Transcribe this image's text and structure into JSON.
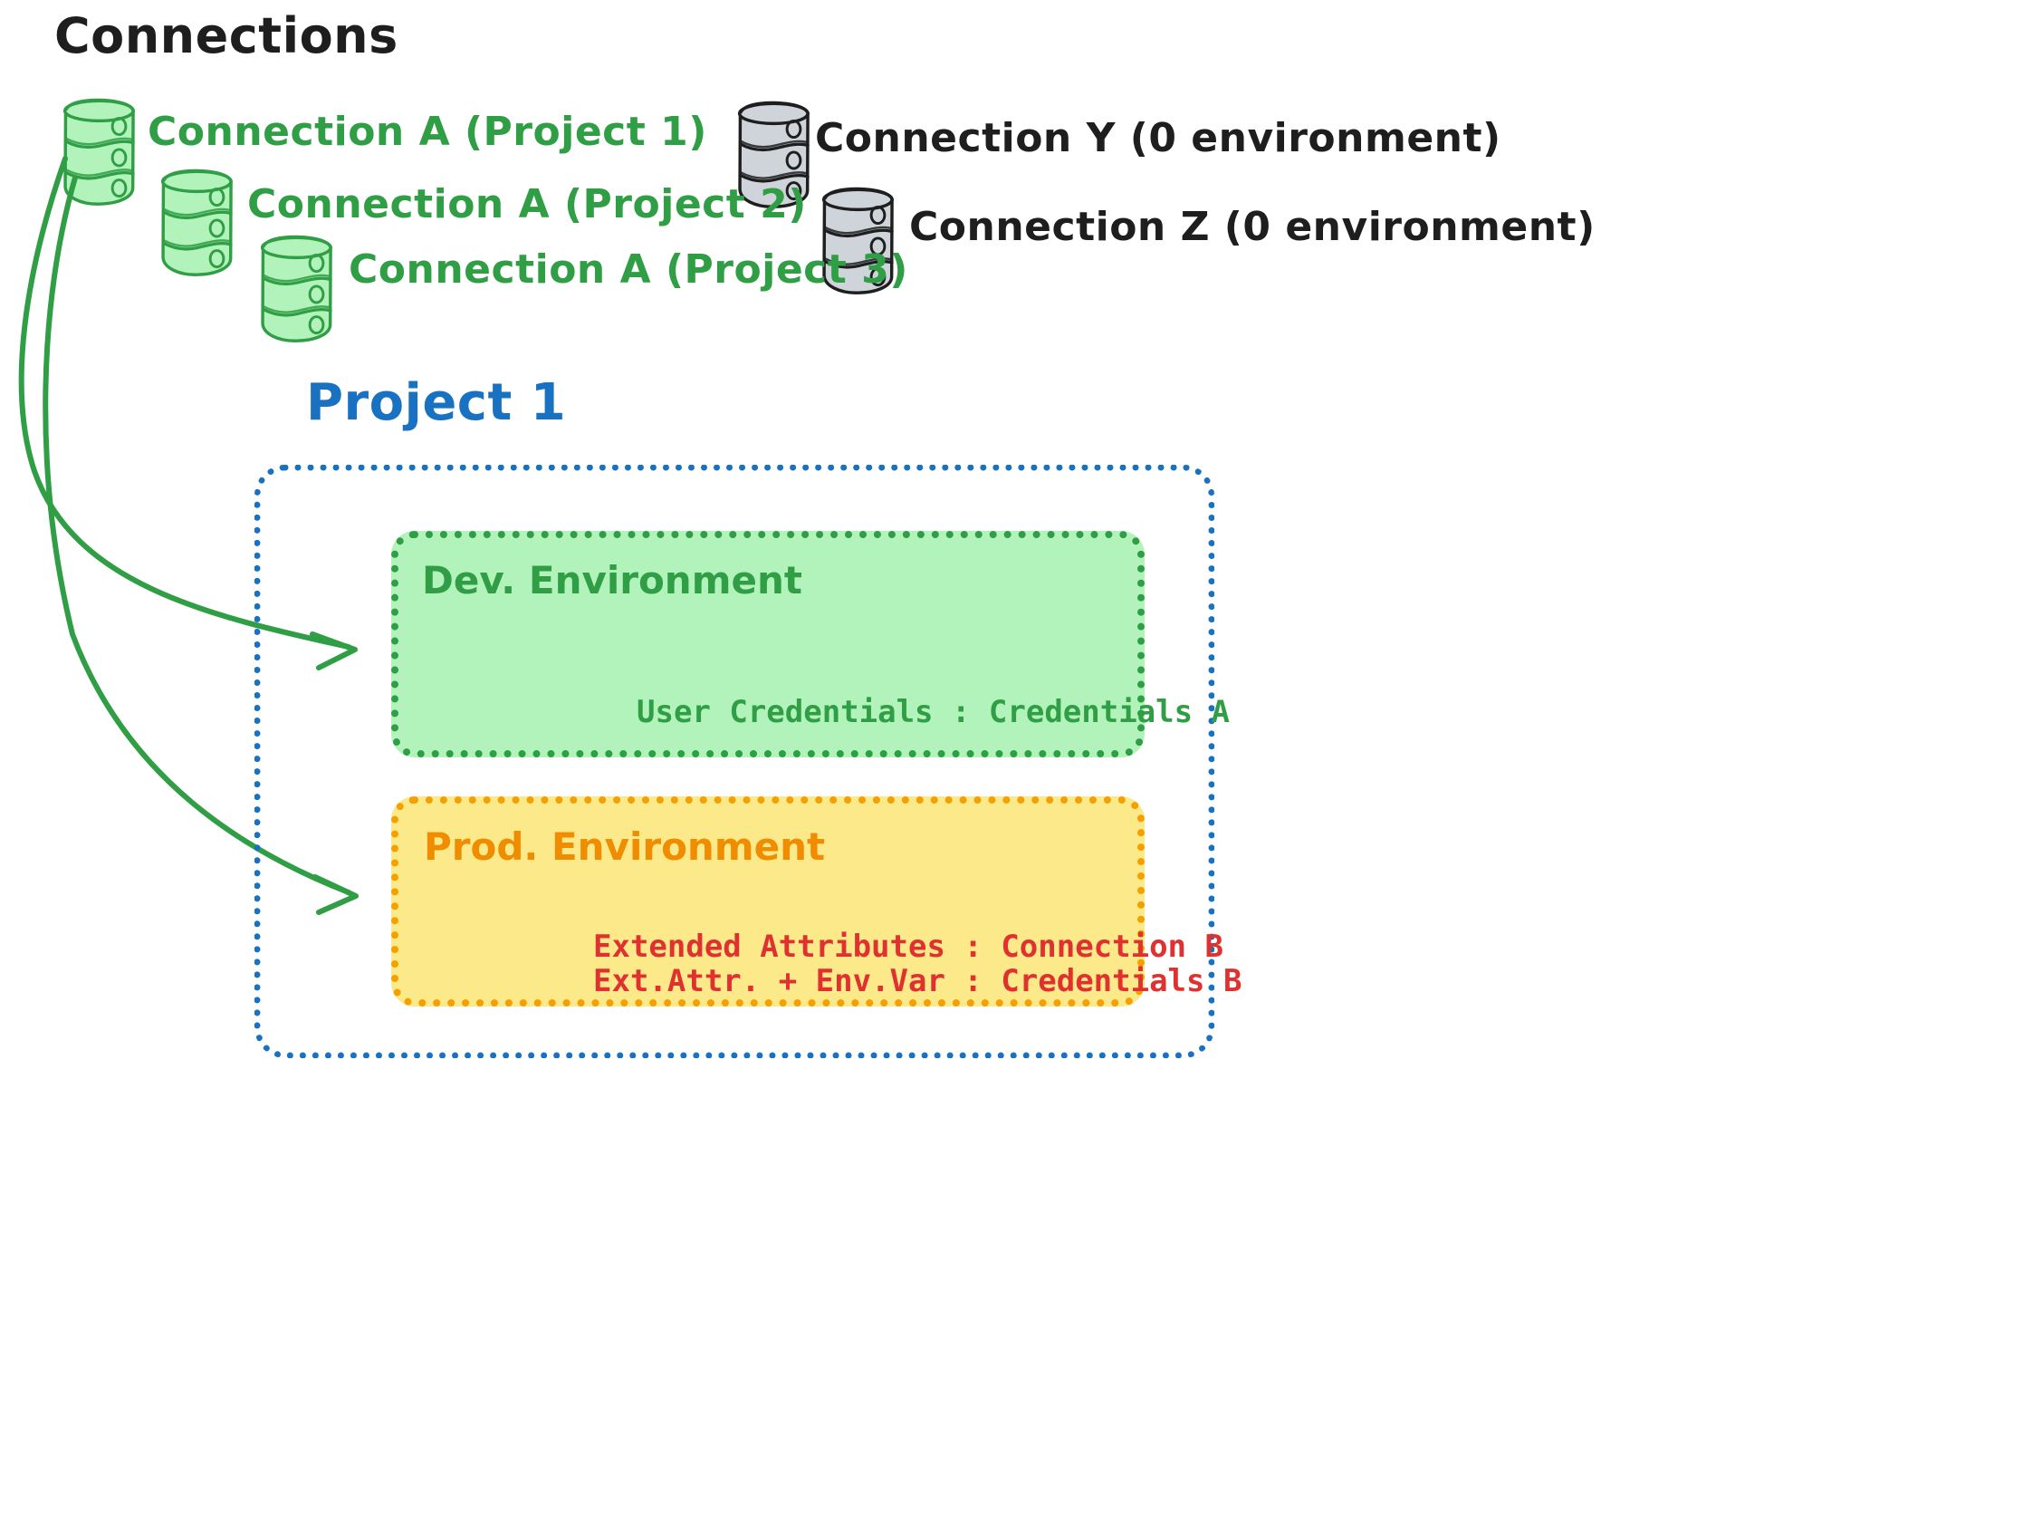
{
  "page": {
    "heading": "Connections",
    "background": "#ffffff"
  },
  "colors": {
    "green_stroke": "#2f9e44",
    "green_fill": "#b2f2bb",
    "gray_fill": "#ced4da",
    "gray_stroke": "#1e1e1e",
    "blue": "#1971c2",
    "orange_stroke": "#f59f00",
    "orange_text": "#f08c00",
    "yellow_fill": "#fce98a",
    "red": "#e03131",
    "black": "#1e1e1e"
  },
  "connections": [
    {
      "id": "conn-a-project-1",
      "label": "Connection A (Project 1)",
      "color": "green",
      "icon": "database-icon"
    },
    {
      "id": "conn-a-project-2",
      "label": "Connection A (Project 2)",
      "color": "green",
      "icon": "database-icon"
    },
    {
      "id": "conn-a-project-3",
      "label": "Connection A (Project 3)",
      "color": "green",
      "icon": "database-icon"
    },
    {
      "id": "conn-y",
      "label": "Connection Y (0 environment)",
      "color": "gray",
      "icon": "database-icon"
    },
    {
      "id": "conn-z",
      "label": "Connection Z (0 environment)",
      "color": "gray",
      "icon": "database-icon"
    }
  ],
  "project": {
    "title": "Project 1",
    "environments": [
      {
        "id": "dev",
        "title": "Dev. Environment",
        "lines": [
          "User Credentials : Credentials A"
        ]
      },
      {
        "id": "prod",
        "title": "Prod. Environment",
        "lines": [
          "Extended Attributes : Connection B",
          "Ext.Attr. + Env.Var : Credentials B"
        ]
      }
    ]
  },
  "arrows": [
    {
      "id": "arrow-to-dev",
      "from": "conn-a-project-1",
      "to": "dev",
      "color": "#2f9e44"
    },
    {
      "id": "arrow-to-prod",
      "from": "conn-a-project-1",
      "to": "prod",
      "color": "#2f9e44"
    }
  ]
}
